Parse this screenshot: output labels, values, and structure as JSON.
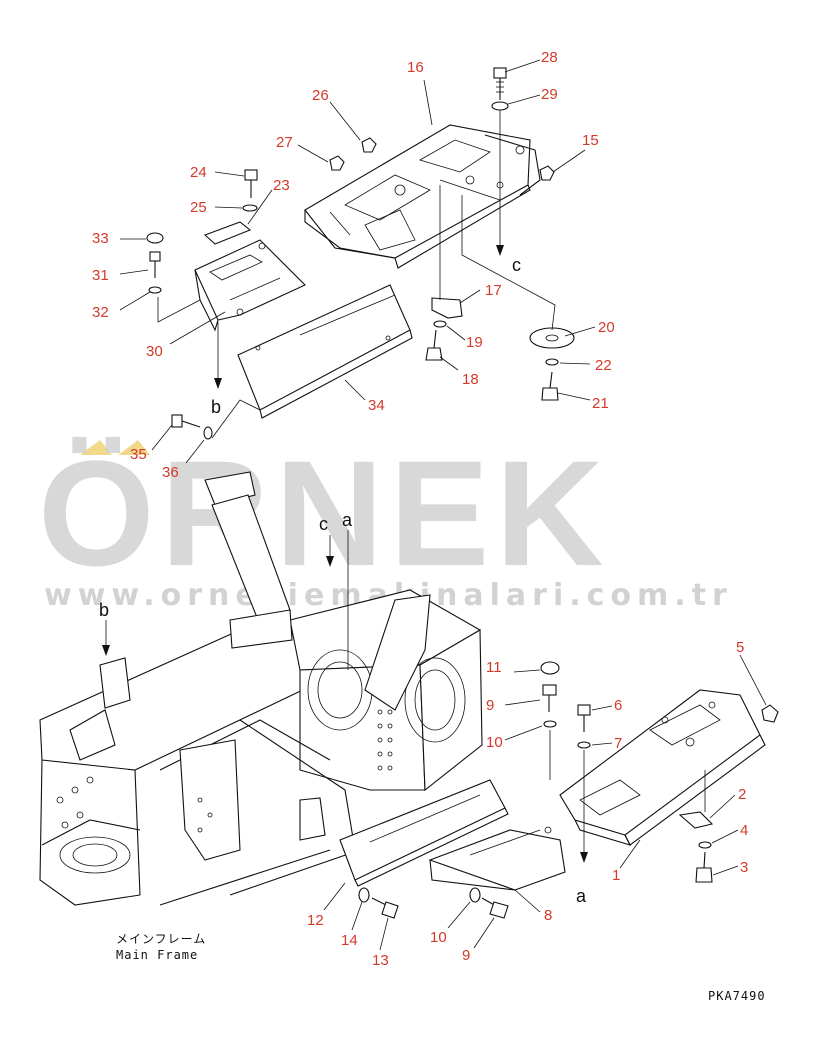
{
  "diagram": {
    "callouts": [
      "1",
      "2",
      "3",
      "4",
      "5",
      "6",
      "7",
      "8",
      "9",
      "10",
      "11",
      "12",
      "13",
      "14",
      "15",
      "16",
      "17",
      "18",
      "19",
      "20",
      "21",
      "22",
      "23",
      "24",
      "25",
      "26",
      "27",
      "28",
      "29",
      "30",
      "31",
      "32",
      "33",
      "34",
      "35",
      "36"
    ],
    "extra_callouts": {
      "9b": "9",
      "10b": "10"
    },
    "flow_letters": {
      "a": "a",
      "b": "b",
      "c": "c"
    },
    "main_frame_label_jp": "メインフレーム",
    "main_frame_label_en": "Main Frame",
    "figure_code": "PKA7490"
  },
  "watermark": {
    "brand": "ÖRNEK",
    "url": "www.ornekiemakinalari.com.tr"
  },
  "colors": {
    "callout": "#d33a2c",
    "line": "#111111",
    "watermark": "#cfcfcf",
    "watermark_accent": "#f2d98a"
  }
}
